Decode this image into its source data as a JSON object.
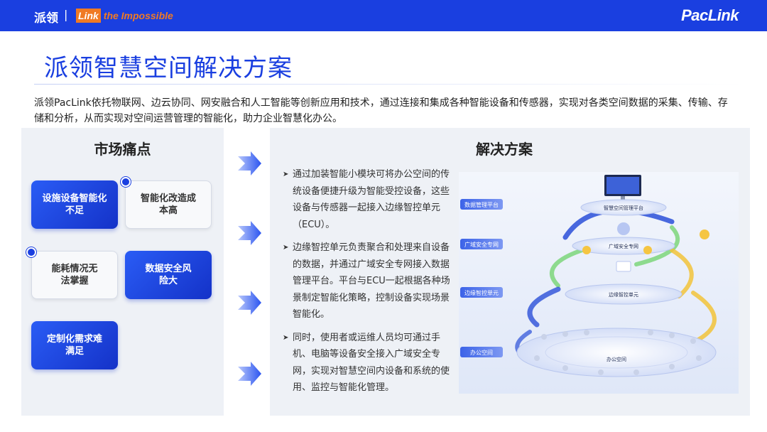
{
  "header": {
    "brand_cn": "派领",
    "separator": "|",
    "slogan_link": "Link",
    "slogan_rest": "the Impossible",
    "logo": "PacLink"
  },
  "title": "派领智慧空间解决方案",
  "intro": "派领PacLink依托物联网、边云协同、网安融合和人工智能等创新应用和技术，通过连接和集成各种智能设备和传感器，实现对各类空间数据的采集、传输、存储和分析，从而实现对空间运营管理的智能化，助力企业智慧化办公。",
  "left": {
    "heading": "市场痛点",
    "cards": [
      {
        "label": "设施设备智能化不足",
        "style": "blue"
      },
      {
        "label": "智能化改造成本高",
        "style": "white"
      },
      {
        "label": "能耗情况无法掌握",
        "style": "white"
      },
      {
        "label": "数据安全风险大",
        "style": "blue"
      },
      {
        "label": "定制化需求难满足",
        "style": "blue"
      }
    ]
  },
  "right": {
    "heading": "解决方案",
    "items": [
      "通过加装智能小模块可将办公空间的传统设备便捷升级为智能受控设备，这些设备与传感器一起接入边缘智控单元（ECU）。",
      "边缘智控单元负责聚合和处理来自设备的数据，并通过广域安全专网接入数据管理平台。平台与ECU一起根据各种场景制定智能化策略，控制设备实现场景智能化。",
      "同时，使用者或运维人员均可通过手机、电脑等设备安全接入广域安全专网，实现对智慧空间内设备和系统的使用、监控与智能化管理。"
    ],
    "diagram": {
      "layers": [
        "数据管理平台",
        "广域安全专网",
        "边缘智控单元",
        "办公空间"
      ],
      "platform_label": "智慧空间管理平台",
      "network_label": "广域安全专网",
      "ecu_label": "边缘智控单元",
      "office_label": "办公空间"
    }
  },
  "colors": {
    "primary": "#1a3fe0",
    "accent": "#f07a24",
    "panel_bg": "#eef1f6"
  }
}
